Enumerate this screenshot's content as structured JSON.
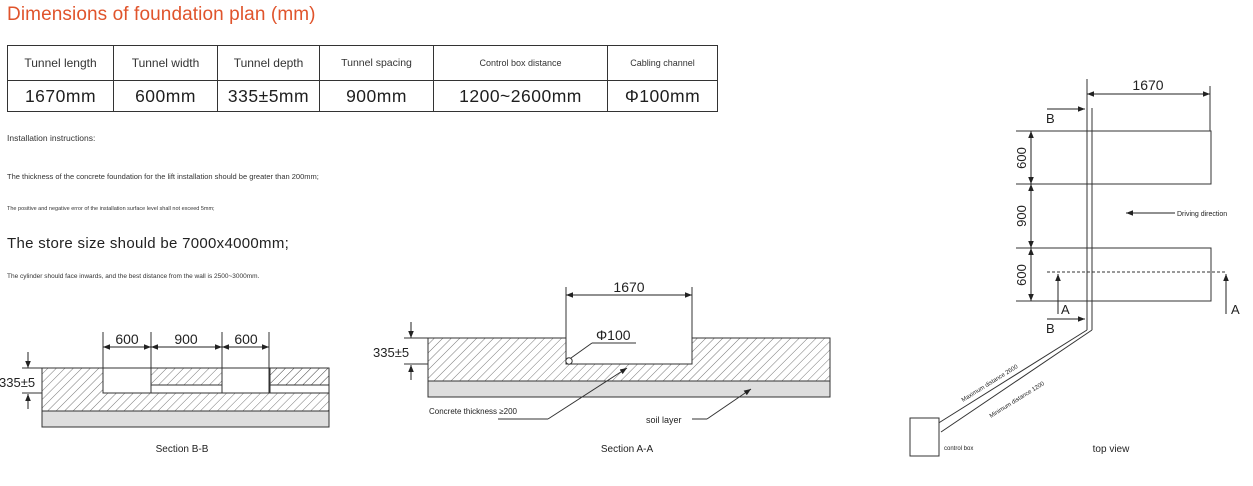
{
  "title": "Dimensions of foundation plan (mm)",
  "table": {
    "headers": [
      "Tunnel length",
      "Tunnel width",
      "Tunnel depth",
      "Tunnel spacing",
      "Control box distance",
      "Cabling channel"
    ],
    "values": [
      "1670mm",
      "600mm",
      "335±5mm",
      "900mm",
      "1200~2600mm",
      "Φ100mm"
    ]
  },
  "instructions": {
    "heading": "Installation instructions:",
    "line1": "The thickness of the concrete foundation for the lift installation should be greater than 200mm;",
    "line2": "The positive and negative error of the installation surface level shall not exceed 5mm;",
    "line3": "The store size should be 7000x4000mm;",
    "line4": "The cylinder should face inwards, and the best distance from the wall is 2500~3000mm."
  },
  "section_bb": {
    "caption": "Section B-B",
    "dim_left": "600",
    "dim_mid": "900",
    "dim_right": "600",
    "depth": "335±5"
  },
  "section_aa": {
    "caption": "Section A-A",
    "dim_length": "1670",
    "depth": "335±5",
    "channel": "Φ100",
    "concrete_label": "Concrete thickness ≥200",
    "soil_label": "soil layer"
  },
  "top_view": {
    "caption": "top view",
    "dim_length": "1670",
    "dim_top": "600",
    "dim_mid": "900",
    "dim_bottom": "600",
    "label_b_top": "B",
    "label_b_bottom": "B",
    "label_a_left": "A",
    "label_a_right": "A",
    "direction": "Driving direction",
    "max_distance": "Maximum distance 2600",
    "min_distance": "Minimum distance 1200",
    "control_box": "control box"
  }
}
